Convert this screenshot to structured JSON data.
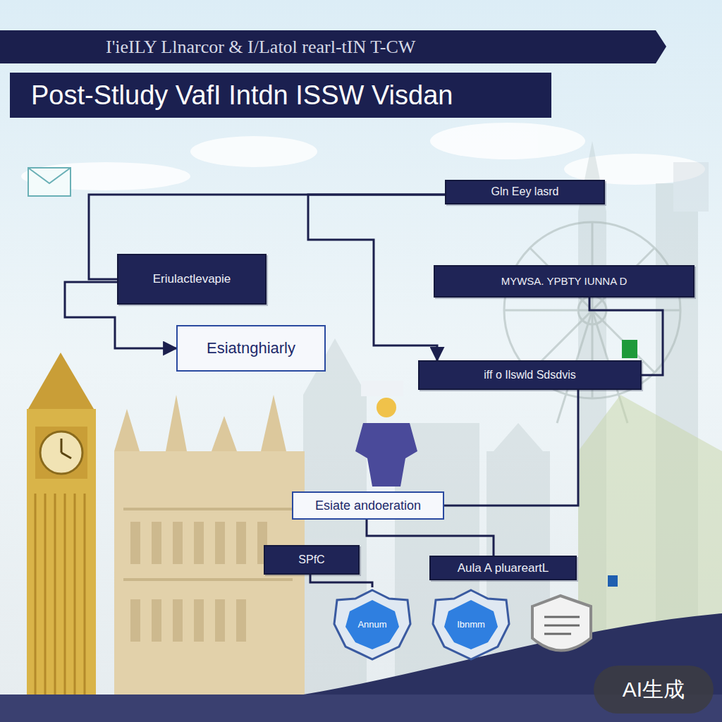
{
  "diagram": {
    "title": "Post-Stludy VafI Intdn ISSW Visdan",
    "nodes": [
      {
        "text": [
          "Gln Eey lasrd"
        ]
      },
      {
        "text": [
          "Eriulactlevapie"
        ]
      },
      {
        "text": [
          "MYWSA. YPBTY IUNNA D"
        ]
      },
      {
        "text": [
          "Esiatnghiarly"
        ]
      },
      {
        "text": [
          "iff o Ilswld Sdsdvis"
        ]
      },
      {
        "text": [
          "Esiate andoeration"
        ]
      },
      {
        "text": [
          "SPfC"
        ]
      },
      {
        "text": [
          "Aula A pluareartL"
        ]
      },
      {
        "text": [
          "Annum"
        ]
      },
      {
        "text": [
          "Ibnmm"
        ]
      }
    ],
    "edges": [
      {
        "from": 1,
        "to": 0,
        "arrow": "none"
      },
      {
        "from": 1,
        "to": 3,
        "arrow": "to"
      },
      {
        "from": 0,
        "to": 4,
        "arrow": "to"
      },
      {
        "from": 2,
        "to": 4,
        "arrow": "none"
      },
      {
        "from": 4,
        "to": 5,
        "arrow": "none"
      },
      {
        "from": 5,
        "to": 7,
        "arrow": "none"
      },
      {
        "from": 6,
        "to": 8,
        "arrow": "none"
      }
    ],
    "labels": [
      "I'ieILY Llnarcor & I/Latol rearl-tIN T-CW",
      "AI生成"
    ]
  }
}
